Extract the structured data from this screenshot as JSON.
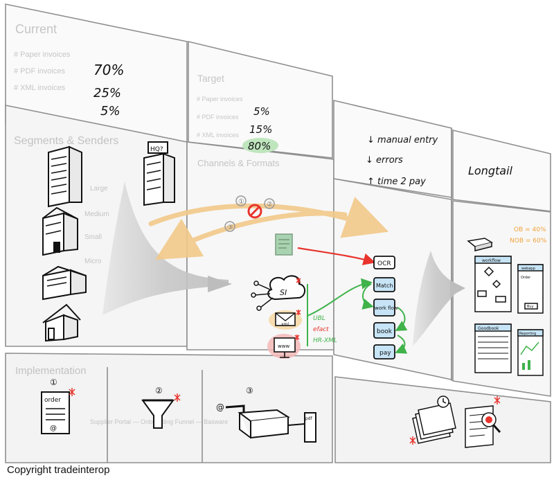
{
  "board": {
    "current": {
      "heading": "Current",
      "rows": [
        "# Paper invoices",
        "# PDF invoices",
        "# XML invoices"
      ],
      "values": [
        "70%",
        "25%",
        "5%"
      ]
    },
    "target": {
      "heading": "Target",
      "rows": [
        "# Paper invoices",
        "# PDF invoices",
        "# XML invoices"
      ],
      "values": [
        "5%",
        "15%",
        "80%"
      ]
    },
    "benefits": [
      "↓ manual entry",
      "↓ errors",
      "↑ time 2 pay"
    ],
    "longtail": "Longtail",
    "segments_heading": "Segments & Senders",
    "channels_heading": "Channels & Formats",
    "faded_labels": [
      "Large",
      "Medium",
      "Small",
      "Micro"
    ],
    "hq_label": "HQ?",
    "flow_steps": [
      "①",
      "②",
      "③"
    ],
    "channel_icons": [
      "paper-invoice",
      "supplier-portal",
      "email",
      "web-portal"
    ],
    "si_label": "SI",
    "format_tags": [
      "UBL",
      "efact",
      "HR-XML"
    ],
    "email_label": "xml",
    "portal_label": "www",
    "pipeline_steps": [
      "OCR",
      "Match",
      "work flow",
      "book",
      "pay"
    ],
    "workflow_labels": [
      "workflow",
      "webapp",
      "Order",
      "Buy",
      "Goodbook",
      "Reporting"
    ],
    "stats": [
      "OB = 40%",
      "NOB = 60%"
    ],
    "bottom": {
      "heading": "Implementation",
      "steps": [
        "①",
        "②",
        "③"
      ],
      "order_label": "order",
      "at_label": "@",
      "caption": "Supplier Portal — Onboarding Funnel — Basware",
      "pdf_label": "pdf"
    },
    "copyright": "Copyright tradeinterop"
  },
  "colors": {
    "ink": "#111111",
    "grid": "#8f8f8f",
    "orange_band": "#f2c98a",
    "red": "#e8342c",
    "green": "#3fb24a",
    "blue_fill": "#c6e4f6",
    "green_highlight": "#bfe5bd",
    "orange_stat": "#f2a33a",
    "email_fill": "#f6d59c",
    "portal_fill": "#f4b9b9",
    "funnel_grey": "#c9c9c9"
  }
}
